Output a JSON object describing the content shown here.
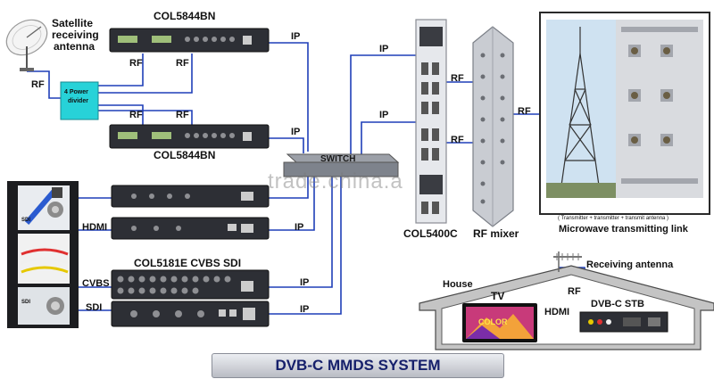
{
  "labels": {
    "satellite_line1": "Satellite",
    "satellite_line2": "receiving",
    "satellite_line3": "antenna",
    "device_top": "COL5844BN",
    "device_mid": "COL5844BN",
    "device_cvbs": "COL5181E CVBS SDI",
    "device_col5400c": "COL5400C",
    "rf_mixer": "RF mixer",
    "power_divider_line1": "4 Power",
    "power_divider_line2": "divider",
    "switch": "SWITCH",
    "microwave_caption": "( Transmitter + transmitter + transmit antenna )",
    "microwave_link": "Microwave transmitting link",
    "receiving_antenna": "Receiving antenna",
    "house": "House",
    "tv": "TV",
    "tv_screen": "COLOR",
    "stb": "DVB-C STB",
    "watermark": "trade.china.a",
    "banner": "DVB-C MMDS SYSTEM"
  },
  "signal_labels": {
    "rf": "RF",
    "ip": "IP",
    "hdmi": "HDMI",
    "cvbs": "CVBS",
    "sdi": "SDI",
    "sdi_small": "SDI"
  },
  "colors": {
    "line_blue": "#1f3fb8",
    "divider_cyan": "#27d2d8",
    "banner_text": "#16206b",
    "device_dark": "#2d2f35"
  }
}
